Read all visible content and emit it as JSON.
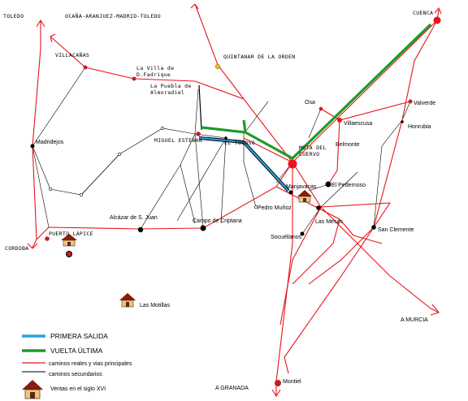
{
  "map": {
    "colors": {
      "main_road": "#e8141c",
      "secondary_road": "#000000",
      "primera_salida": "#2aa0e0",
      "vuelta_ultima": "#1e9a2a",
      "inn_roof": "#8b1a10"
    },
    "edge_labels": {
      "toledo": "TOLEDO",
      "ocana_route": "OCAÑA-ARANJUEZ-MADRID-TOLEDO",
      "cuenca": "CUENCA",
      "cordoba": "CORDOBA",
      "a_murcia": "A MURCIA",
      "a_granada": "A GRANADA"
    },
    "places": {
      "villacanas": "VILLACAÑAS",
      "villa_fadrique_1": "La Villa de",
      "villa_fadrique_2": "D.Fadrique",
      "puebla_1": "La Puebla de",
      "puebla_2": "Almoradiel",
      "quintanar": "QUINTANAR DE LA ORDEN",
      "miguel_esteban": "MIGUEL ESTEBAN",
      "el_toboso": "EL TOBOSO",
      "madridejos": "Madridejos",
      "osa": "Osa",
      "valverde": "Valverde",
      "villaescusa": "Villaescusa",
      "honrubia": "Honrubia",
      "mota_1": "MOTA DEL",
      "mota_2": "CUERVO",
      "belmonte": "Belmonte",
      "el_pedernoso": "El Pedernoso",
      "manjavacas": "Manjavacas",
      "pedro_munoz": "Pedro Muñoz",
      "alcazar": "Alcázar de S. Juan",
      "campo_criptana": "Campo de Criptana",
      "las_mesas": "Las Mesas",
      "san_clemente": "San Clemente",
      "socuellamos": "Socuéllanos",
      "puerto_lapice": "PUERTO LÁPICE",
      "las_motillas": "Las Motillas",
      "montiel": "Montiel"
    },
    "legend": {
      "primera_salida": "PRIMERA SALIDA",
      "vuelta_ultima": "VUELTA ÚLTIMA",
      "main_roads": "caminos reales y vias principales",
      "secondary_roads": "caminos secundarios",
      "ventas": "Ventas en el siglo XVI"
    }
  }
}
